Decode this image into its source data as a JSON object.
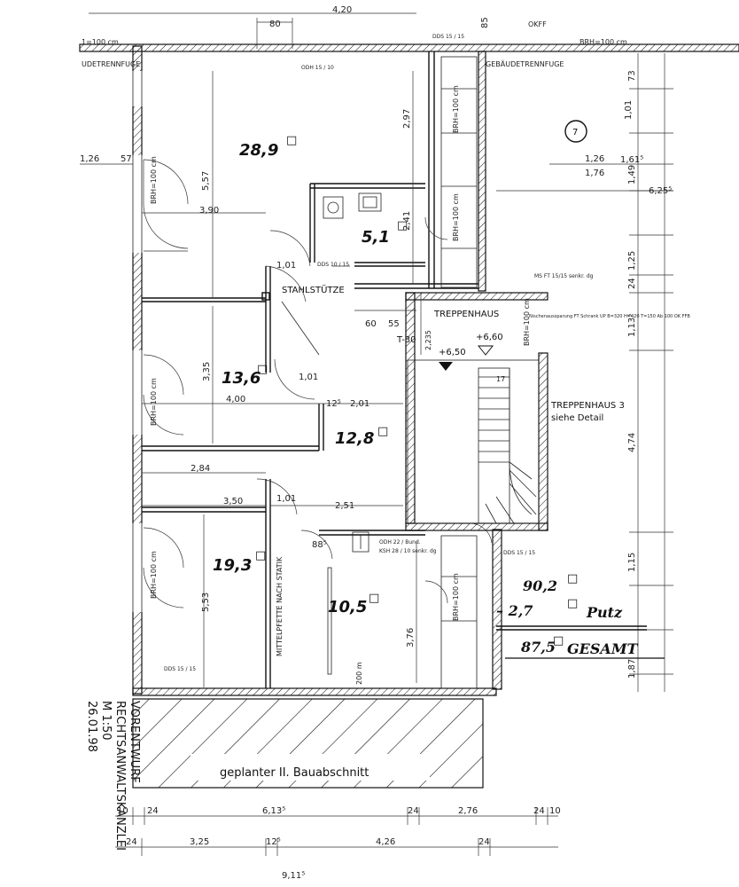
{
  "rooms": {
    "r1": "28,9",
    "r2": "5,1",
    "r3": "13,6",
    "r4": "12,8",
    "r5": "19,3",
    "r6": "10,5"
  },
  "area_unit_mark": "□",
  "calc": {
    "line1": "90,2",
    "line2_prefix": "– 2,7",
    "line2_suffix": "Putz",
    "line3": "87,5",
    "line3_suffix": "GESAMT"
  },
  "labels": {
    "stahlstuetze": "STAHLSTÜTZE",
    "treppenhaus": "TREPPENHAUS",
    "treppenhaus3": "TREPPENHAUS 3",
    "siehe_detail": "siehe Detail",
    "t30": "T-30",
    "level_650": "+6,50",
    "level_660": "+6,60",
    "level_2235": "2,235",
    "gebaeudetrennfuge_left": "UDETRENNFUGE",
    "gebaeudetrennfuge_right": "GEBÄUDETRENNFUGE",
    "brh100_top": "BRH=100 cm",
    "brh100_left": "1=100 cm",
    "bauabschnitt": "geplanter II. Bauabschnitt",
    "nische": "Nischenaussparung FT Schrank UP B=320 H=420 T=150 Ab 100 OK FFB",
    "ms_ft": "MS FT 15/15 senkr. dg",
    "odh_top": "ODH 15 / 10",
    "dds_top": "DDS 15 / 15",
    "dds_mid": "DDS 10 / 15",
    "dds_lower": "DDS 15 / 15",
    "dds_bottom": "DDS 15 / 15",
    "odh_right": "ODH 22 / Bund.",
    "ksh": "KSH 28 / 10 senkr. dg",
    "brh_vert": "BRH=100 cm",
    "mittelpfette": "MITTELPFETTE NACH STATIK",
    "circle_num": "7",
    "okff": "OKFF",
    "h200": "200 m"
  },
  "stamp": {
    "line1": "VORENTWURF",
    "line2": "RECHTSANWALTSKANZLEI",
    "line3": "M 1:50",
    "line4": "26.01.98"
  },
  "dims": {
    "top_420": "4,20",
    "top_80": "80",
    "top_85": "85",
    "d_390": "3,90",
    "d_557": "5,57",
    "d_400": "4,00",
    "d_335": "3,35",
    "d_284": "2,84",
    "d_350": "3,50",
    "d_553": "5,53",
    "d_201": "2,01",
    "d_251": "2,51",
    "d_101a": "1,01",
    "d_101b": "1,01",
    "d_101c": "1,01",
    "d_101d": "1,01",
    "d_297": "2,97",
    "d_241": "2,41",
    "d_60": "60",
    "d_55": "55",
    "d_12_5": "12⁵",
    "d_88_5": "88⁵",
    "d_126": "1,26",
    "d_176": "1,76",
    "d_161": "1,61⁵",
    "d_625": "6,25⁵",
    "d_126l": "1,26",
    "d_57": "57",
    "d_474": "4,74",
    "d_376": "3,76",
    "d_113": "1,13⁵",
    "d_149": "1,49",
    "d_125": "1,25",
    "d_24": "24",
    "d_73": "73",
    "d_115": "1,15",
    "d_187": "1,87",
    "b_10": "10",
    "b_24": "24",
    "b_613": "6,13⁵",
    "b_24b": "24",
    "b_276": "2,76",
    "b_24c": "24",
    "b_10b": "10",
    "c_24": "24",
    "c_325": "3,25",
    "c_12": "12⁵",
    "c_426": "4,26",
    "c_24b": "24",
    "bot_911": "9,11⁵"
  }
}
